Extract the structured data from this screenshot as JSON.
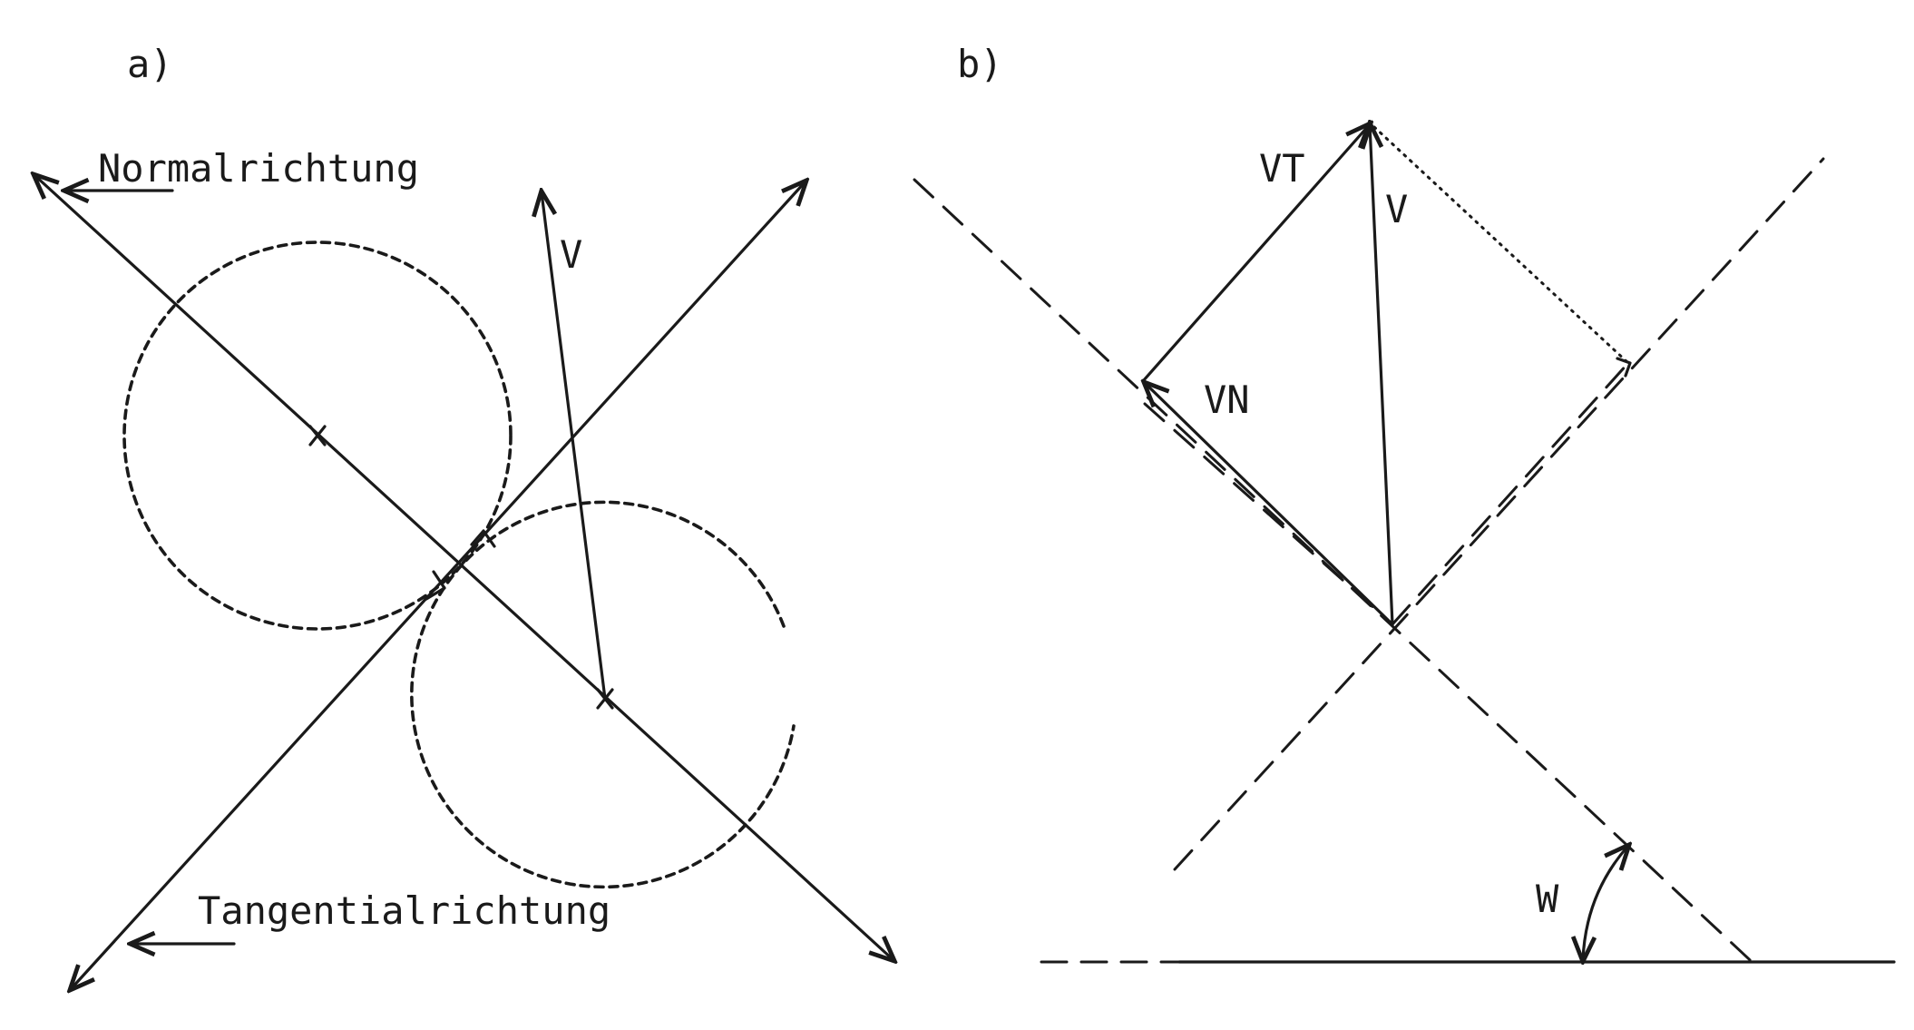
{
  "panel_a": {
    "label": "a)",
    "normal_direction_label": "Normalrichtung",
    "tangential_direction_label": "Tangentialrichtung",
    "velocity_label": "V"
  },
  "panel_b": {
    "label": "b)",
    "velocity_label": "V",
    "tangential_component_label": "VT",
    "normal_component_label": "VN",
    "angle_label": "W"
  }
}
